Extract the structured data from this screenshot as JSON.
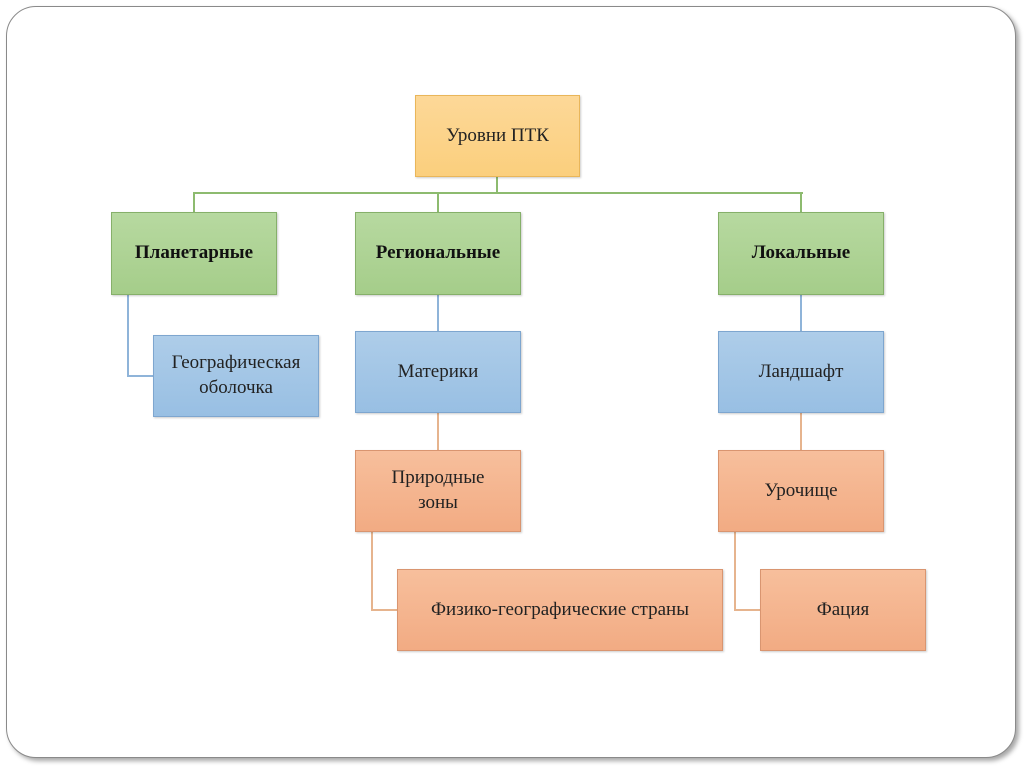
{
  "diagram": {
    "root": "Уровни ПТК",
    "levels": [
      {
        "title": "Планетарные",
        "children": [
          "Географическая оболочка"
        ]
      },
      {
        "title": "Региональные",
        "children": [
          "Материки",
          "Природные зоны",
          "Физико-географические страны"
        ]
      },
      {
        "title": "Локальные",
        "children": [
          "Ландшафт",
          "Урочище",
          "Фация"
        ]
      }
    ]
  },
  "colors": {
    "root": "#fbd58a",
    "level": "#a9d18e",
    "tier2": "#9dc3e6",
    "tier3": "#f4b183"
  }
}
